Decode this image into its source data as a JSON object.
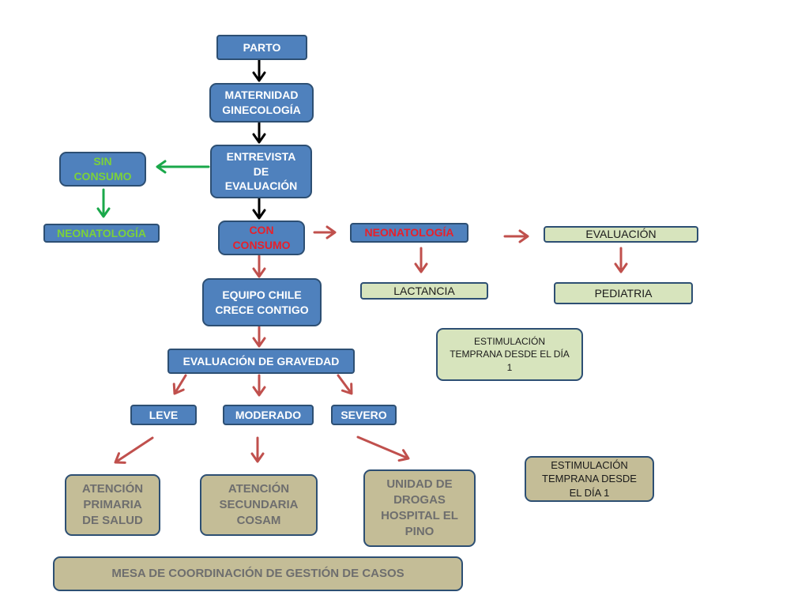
{
  "nodes": {
    "parto": "PARTO",
    "maternidad": "MATERNIDAD\nGINECOLOGÍA",
    "entrevista": "ENTREVISTA\nDE\nEVALUACIÓN",
    "sin_consumo": "SIN\nCONSUMO",
    "neonatologia_left": "NEONATOLOGÍA",
    "con_consumo": "CON\nCONSUMO",
    "neonatologia_mid": "NEONATOLOGÍA",
    "evaluacion": "EVALUACIÓN",
    "lactancia": "LACTANCIA",
    "pediatria": "PEDIATRIA",
    "equipo": "EQUIPO CHILE\nCRECE CONTIGO",
    "estimulacion_1": "ESTIMULACIÓN\nTEMPRANA DESDE EL DÍA\n1",
    "gravedad": "EVALUACIÓN DE GRAVEDAD",
    "leve": "LEVE",
    "moderado": "MODERADO",
    "severo": "SEVERO",
    "estimulacion_2": "ESTIMULACIÓN\nTEMPRANA DESDE\nEL DÍA 1",
    "atencion_primaria": "ATENCIÓN\nPRIMARIA\nDE SALUD",
    "atencion_secundaria": "ATENCIÓN\nSECUNDARIA\nCOSAM",
    "unidad_drogas": "UNIDAD DE\nDROGAS\nHOSPITAL EL\nPINO",
    "mesa": "MESA DE COORDINACIÓN DE GESTIÓN DE CASOS"
  },
  "colors": {
    "box_blue": "#4f81bd",
    "box_border": "#2d4f73",
    "box_light_green": "#d7e4bd",
    "box_tan": "#c4bd97",
    "arrow_black": "#000000",
    "arrow_green": "#1aa84a",
    "arrow_red": "#c0504d",
    "text_green": "#7cd13a",
    "text_red": "#e8202a"
  }
}
